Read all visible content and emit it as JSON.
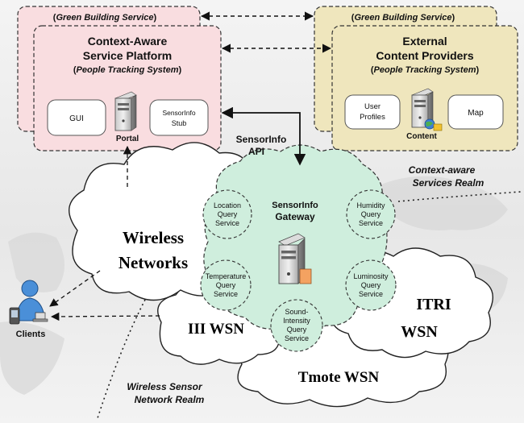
{
  "realms": {
    "services": [
      "Context-aware",
      "Services Realm"
    ],
    "wsn": [
      "Wireless Sensor",
      "Network Realm"
    ]
  },
  "platform": {
    "back_label": "Green Building Service",
    "title": [
      "Context-Aware",
      "Service Platform"
    ],
    "subtitle": "People Tracking System",
    "gui": "GUI",
    "portal": "Portal",
    "stub": [
      "SensorInfo",
      "Stub"
    ]
  },
  "providers": {
    "back_label": "Green Building Service",
    "title": [
      "External",
      "Content Providers"
    ],
    "subtitle": "People Tracking System",
    "user_profiles": [
      "User",
      "Profiles"
    ],
    "content": "Content",
    "map": "Map"
  },
  "api_label": [
    "SensorInfo",
    "API"
  ],
  "gateway": {
    "title": [
      "SensorInfo",
      "Gateway"
    ],
    "services": {
      "location": [
        "Location",
        "Query",
        "Service"
      ],
      "humidity": [
        "Humidity",
        "Query",
        "Service"
      ],
      "temperature": [
        "Temperature",
        "Query",
        "Service"
      ],
      "luminosity": [
        "Luminosity",
        "Query",
        "Service"
      ],
      "sound": [
        "Sound-",
        "Intensity",
        "Query",
        "Service"
      ]
    }
  },
  "networks": {
    "wireless": [
      "Wireless",
      "Networks"
    ],
    "itri": [
      "ITRI",
      "WSN"
    ],
    "iii": "III WSN",
    "tmote": "Tmote WSN"
  },
  "clients": "Clients",
  "colors": {
    "platform_fill": "#f9dde0",
    "providers_fill": "#efe6bd",
    "gateway_fill": "#cfeedd",
    "stroke": "#333333"
  }
}
